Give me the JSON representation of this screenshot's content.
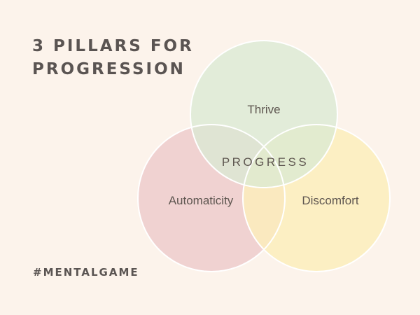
{
  "title": {
    "line1": "3 PILLARS FOR",
    "line2": "PROGRESSION"
  },
  "hashtag": "#MENTALGAME",
  "venn": {
    "center_label": "PROGRESS",
    "circles": [
      {
        "label": "Thrive",
        "color": "#d9ead3"
      },
      {
        "label": "Automaticity",
        "color": "#efd0d0"
      },
      {
        "label": "Discomfort",
        "color": "#fcedbc"
      }
    ]
  },
  "colors": {
    "background": "#fcf3eb",
    "text": "#5a5452",
    "stroke": "#ffffff"
  }
}
